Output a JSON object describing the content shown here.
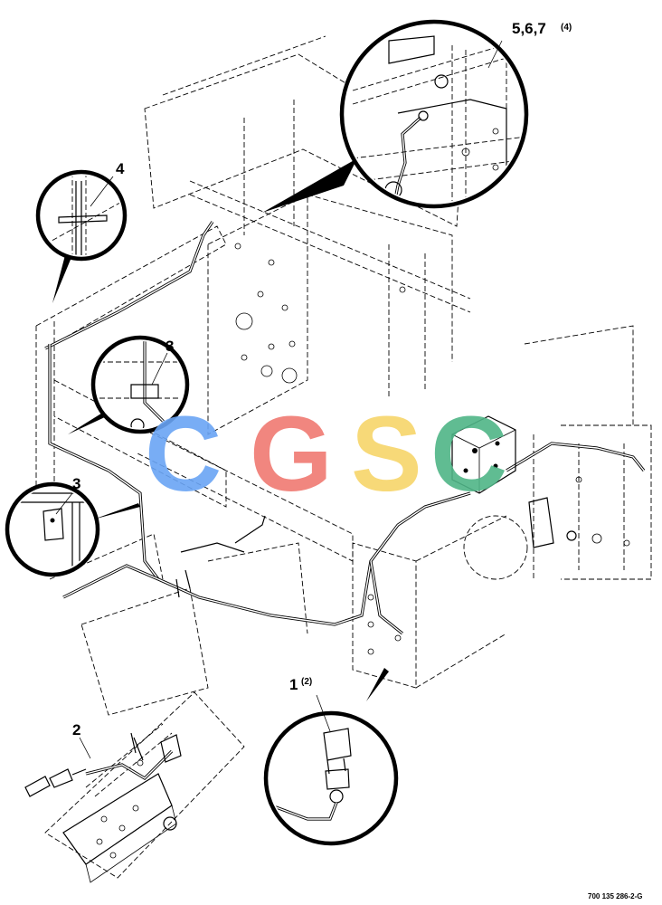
{
  "diagram": {
    "callouts": [
      {
        "id": "c1",
        "label": "1",
        "qty": "(2)"
      },
      {
        "id": "c2",
        "label": "2",
        "qty": ""
      },
      {
        "id": "c3a",
        "label": "3",
        "qty": ""
      },
      {
        "id": "c3b",
        "label": "3",
        "qty": ""
      },
      {
        "id": "c4",
        "label": "4",
        "qty": ""
      },
      {
        "id": "c567",
        "label": "5,6,7",
        "qty": "(4)"
      }
    ],
    "drawing_number": "700 135 286-2-G",
    "watermark": {
      "letters": [
        "C",
        "G",
        "S",
        "C"
      ],
      "colors": [
        "#6aa5f5",
        "#f07a72",
        "#f7d56a",
        "#4fb587"
      ]
    }
  }
}
